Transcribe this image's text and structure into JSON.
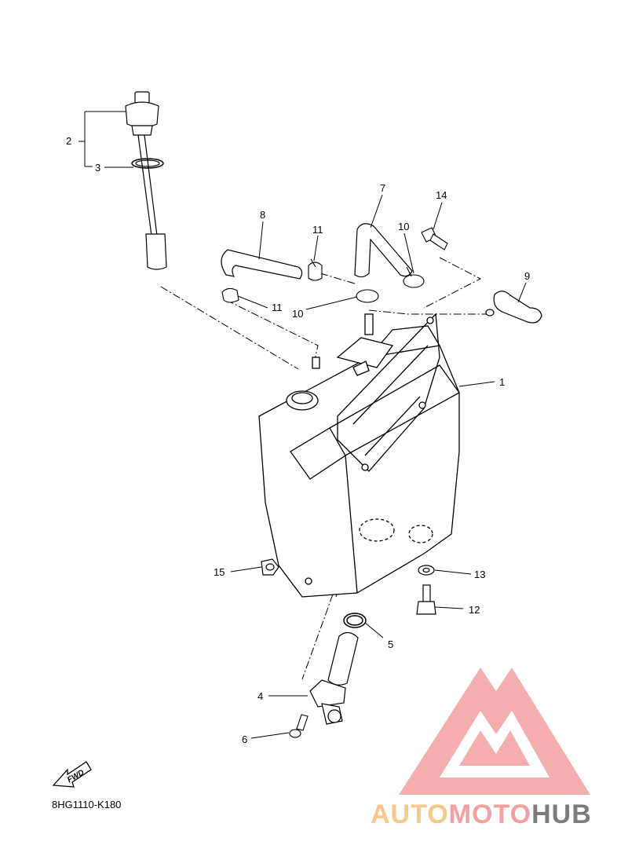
{
  "diagram_code": "8HG1110-K180",
  "fwd_label": "FWD",
  "watermark": {
    "part1": "AUTO",
    "part2": "MOTO",
    "part3": "HUB",
    "colors": {
      "auto": "#f7c88a",
      "moto": "#f3a0a0",
      "hub": "#7c7c7c",
      "logo": "#f3a0a0"
    }
  },
  "callouts": {
    "c1": "1",
    "c2": "2",
    "c3": "3",
    "c4": "4",
    "c5": "5",
    "c6": "6",
    "c7": "7",
    "c8": "8",
    "c9": "9",
    "c10a": "10",
    "c10b": "10",
    "c11a": "11",
    "c11b": "11",
    "c12": "12",
    "c13": "13",
    "c14": "14",
    "c15": "15"
  }
}
